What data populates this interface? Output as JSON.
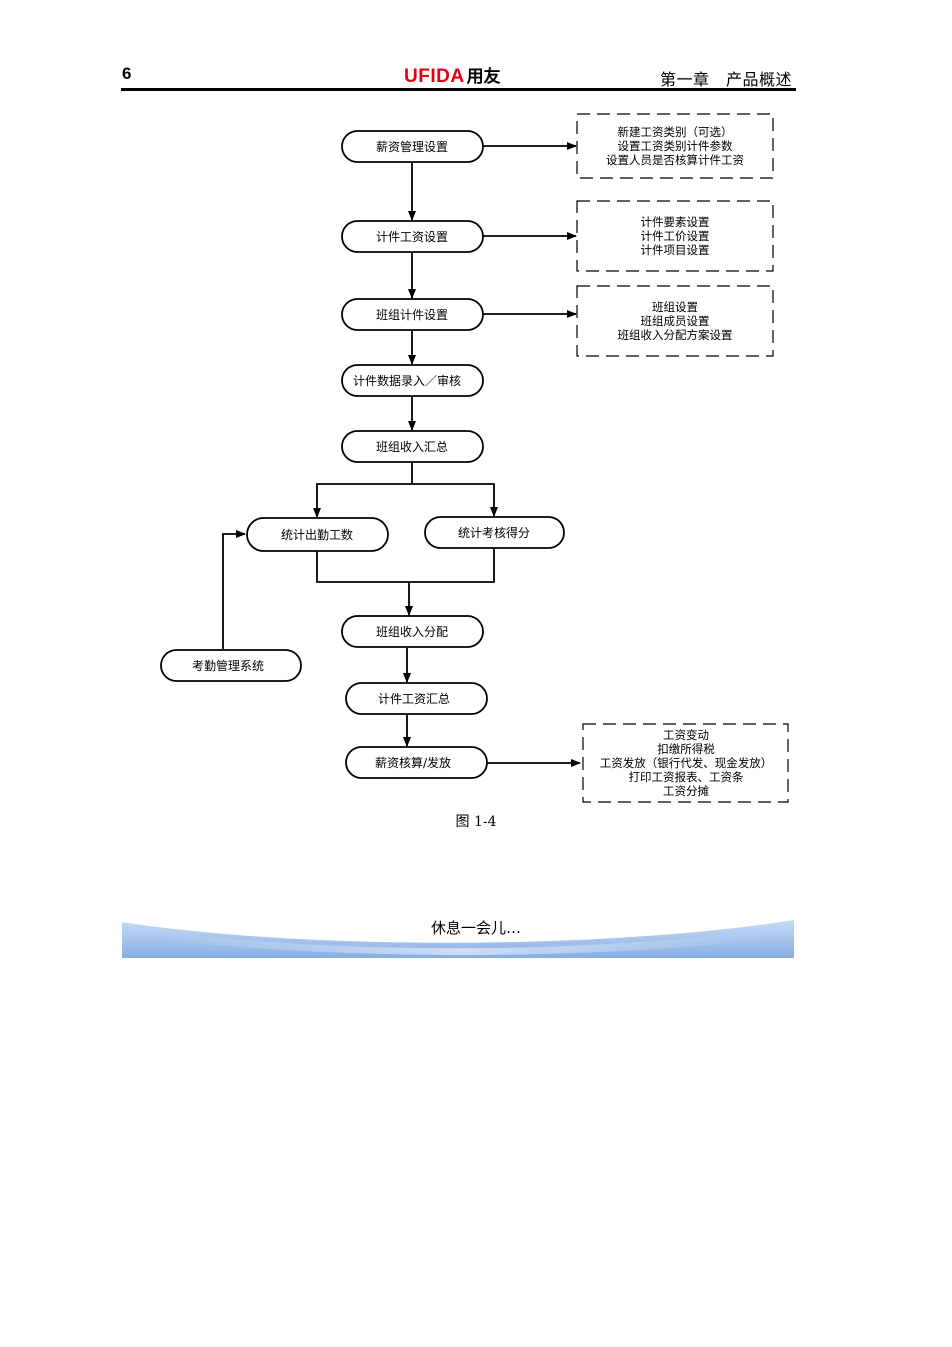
{
  "header": {
    "page_number": "6",
    "brand_en": "UFIDA",
    "brand_cn": "用友",
    "chapter": "第一章　产品概述"
  },
  "flowchart": {
    "nodes": {
      "salary_mgmt_setup": "薪资管理设置",
      "piece_wage_setup": "计件工资设置",
      "team_piece_setup": "班组计件设置",
      "piece_data_entry": "计件数据录入／审核",
      "team_income_summary": "班组收入汇总",
      "attendance_stats": "统计出勤工数",
      "assessment_stats": "统计考核得分",
      "team_income_allocation": "班组收入分配",
      "attendance_system": "考勤管理系统",
      "piece_wage_summary": "计件工资汇总",
      "salary_calc_payout": "薪资核算/发放"
    },
    "notes": {
      "salary_mgmt_setup": [
        "新建工资类别（可选）",
        "设置工资类别计件参数",
        "设置人员是否核算计件工资"
      ],
      "piece_wage_setup": [
        "计件要素设置",
        "计件工价设置",
        "计件项目设置"
      ],
      "team_piece_setup": [
        "班组设置",
        "班组成员设置",
        "班组收入分配方案设置"
      ],
      "salary_calc_payout": [
        "工资变动",
        "扣缴所得税",
        "工资发放（银行代发、现金发放）",
        "打印工资报表、工资条",
        "工资分摊"
      ]
    }
  },
  "figure_caption": "图 1-4",
  "rest_banner_text": "休息一会儿…",
  "colors": {
    "brand_red": "#e60012",
    "banner_blue": "#8fb3e6"
  }
}
